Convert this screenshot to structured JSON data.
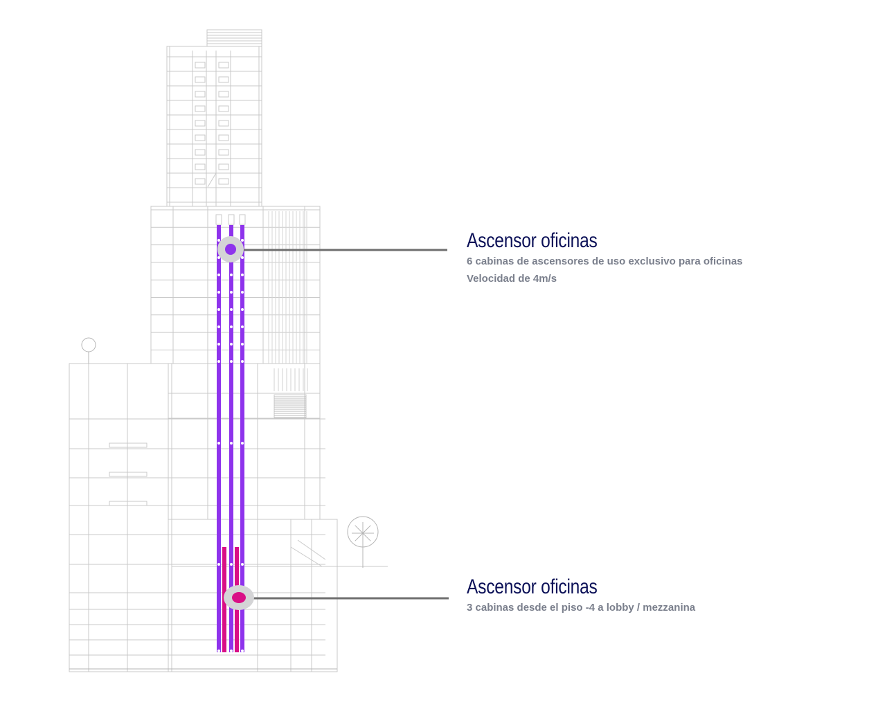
{
  "colors": {
    "office_shaft": "#8e33ec",
    "lobby_shaft": "#d90f86",
    "line": "#6f6f6f",
    "title": "#0b1057",
    "text": "#7a7f8c"
  },
  "callouts": [
    {
      "title": "Ascensor oficinas",
      "lines": [
        "6 cabinas de ascensores de uso exclusivo para oficinas",
        "Velocidad de 4m/s"
      ]
    },
    {
      "title": "Ascensor oficinas",
      "lines": [
        "3 cabinas desde el piso -4 a lobby / mezzanina"
      ]
    }
  ]
}
